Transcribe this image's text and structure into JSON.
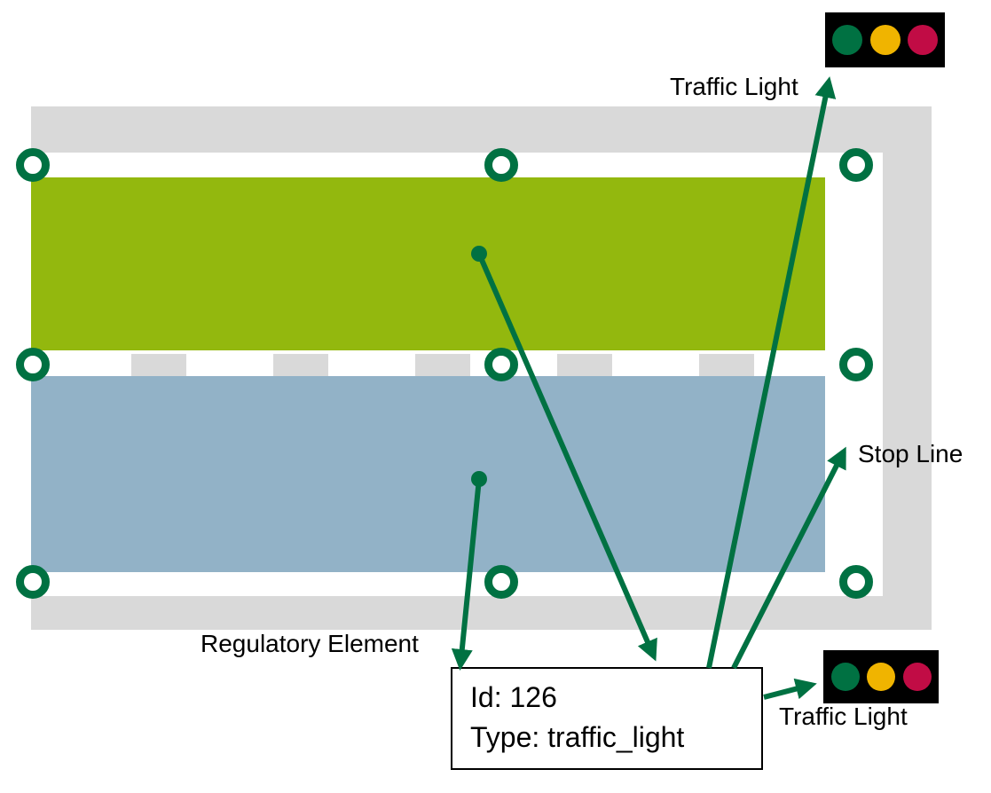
{
  "figure": {
    "labels": {
      "traffic_light_top": "Traffic Light",
      "stop_line": "Stop Line",
      "regulatory_element": "Regulatory Element",
      "traffic_light_bottom": "Traffic Light"
    },
    "info_box": {
      "id_line": "Id: 126",
      "type_line": "Type: traffic_light"
    },
    "colors": {
      "road_gray": "#d9d9d9",
      "lane_green": "#93b80e",
      "lane_blue": "#92b2c7",
      "accent_green": "#007142",
      "light_green": "#007142",
      "light_yellow": "#f0b400",
      "light_red": "#c10c45",
      "light_housing": "#000000"
    },
    "icons": {
      "traffic_light": "traffic-light-icon",
      "boundary_point": "ring-circle-icon",
      "center_point": "filled-dot-icon",
      "arrow": "dark-green-arrow"
    },
    "connections": [
      {
        "from": "lane-green-centerpoint",
        "to": "info-box"
      },
      {
        "from": "lane-blue-centerpoint",
        "to": "info-box"
      },
      {
        "from": "info-box",
        "to": "traffic-light-top"
      },
      {
        "from": "info-box",
        "to": "stop-line"
      },
      {
        "from": "info-box",
        "to": "traffic-light-bottom"
      }
    ]
  }
}
